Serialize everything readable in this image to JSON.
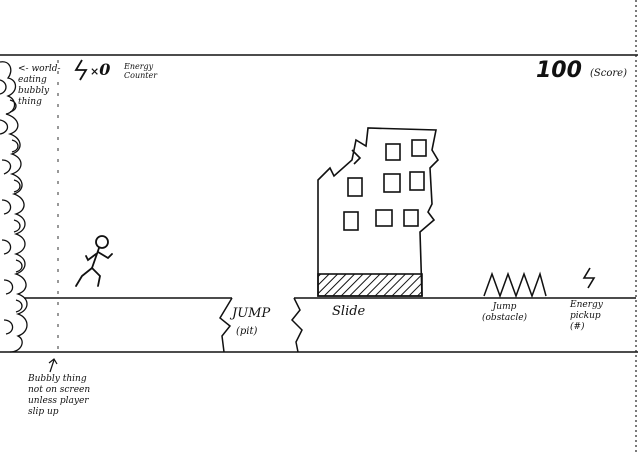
{
  "hud": {
    "energy_x": "×",
    "energy_count": "0",
    "energy_label": "Energy\nCounter",
    "score_value": "100",
    "score_label": "(Score)"
  },
  "annotations": {
    "blob_label": "<- world-\neating\nbubbly\nthing",
    "blob_note": "Bubbly thing\nnot on screen\nunless player\nslip up",
    "gap_label_1": "JUMP",
    "gap_label_2": "(pit)",
    "slide_label": "Slide",
    "spikes_label": "Jump\n(obstacle)",
    "pickup_label": "Energy\npickup\n(#)"
  },
  "icons": {
    "energy_hud": "lightning-bolt-icon",
    "energy_pickup": "lightning-bolt-icon"
  }
}
